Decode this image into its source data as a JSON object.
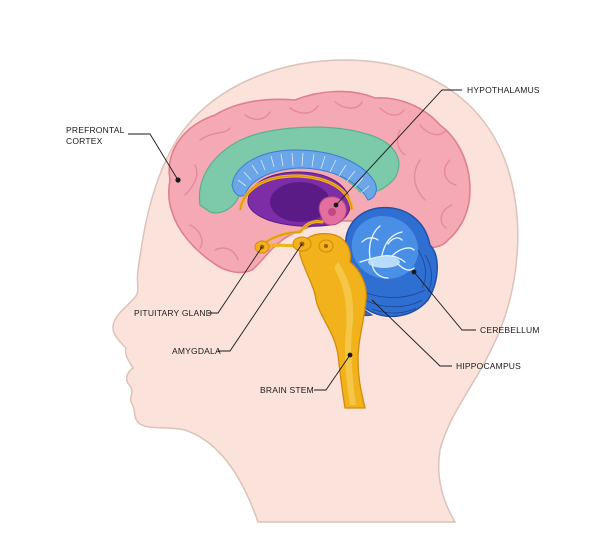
{
  "labels": {
    "prefrontal_line1": "PREFRONTAL",
    "prefrontal_line2": "CORTEX",
    "hypothalamus": "HYPOTHALAMUS",
    "pituitary": "PITUITARY GLAND",
    "amygdala": "AMYGDALA",
    "brain_stem": "BRAIN STEM",
    "cerebellum": "CEREBELLUM",
    "hippocampus": "HIPPOCAMPUS"
  },
  "colors": {
    "skin": "#fbe3dc",
    "skin_outline": "#d9bfb7",
    "cortex": "#f4a9b4",
    "cortex_outline": "#e07f90",
    "limbic_green": "#7ccaa9",
    "ventricle_blue": "#6aa6e8",
    "inner_purple": "#7d2ea6",
    "deep_purple": "#5b1b86",
    "gold": "#f2b21b",
    "gold_outline": "#d48a0d",
    "cerebellum_blue": "#2f6fd1",
    "cerebellum_dark": "#1f4fa8",
    "cerebellum_light": "#bfe4fb"
  }
}
